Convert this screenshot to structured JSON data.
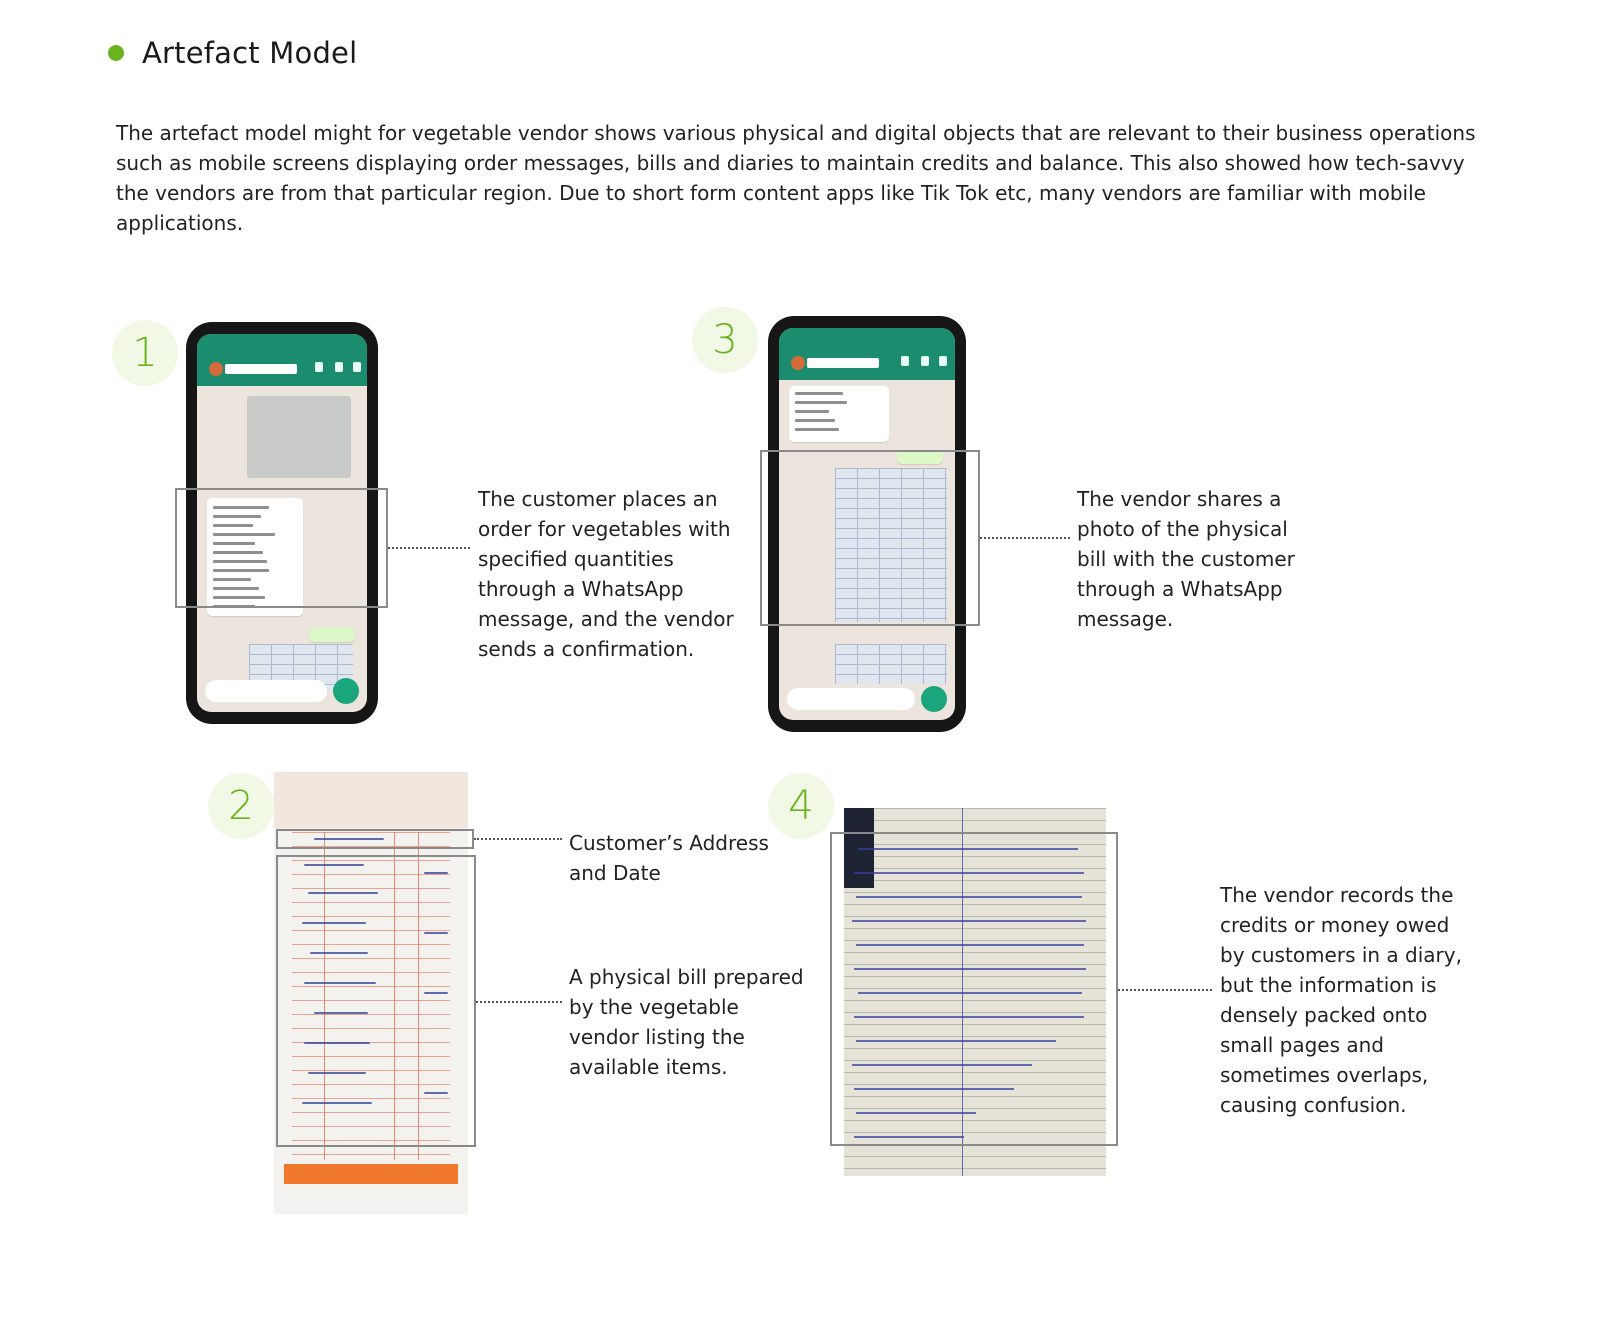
{
  "header": {
    "title": "Artefact Model",
    "accent": "#6ab21e"
  },
  "intro": "The artefact model might for vegetable vendor shows various physical and digital objects that are relevant to their business operations such as mobile screens displaying order messages, bills and diaries to maintain credits and balance. This also showed how tech-savvy the vendors are from that particular region. Due to short form content apps like Tik Tok etc, many vendors are familiar with mobile applications.",
  "items": [
    {
      "number": "1",
      "caption": "The customer places an order for vegetables with specified quantities through a WhatsApp message, and the vendor sends a confirmation."
    },
    {
      "number": "2",
      "captions": [
        "Customer’s Address and Date",
        "A physical bill prepared by the vegetable vendor listing the available items."
      ]
    },
    {
      "number": "3",
      "caption": "The vendor shares a photo of the physical bill with the customer through a WhatsApp message."
    },
    {
      "number": "4",
      "caption": "The vendor records the credits or money owed by customers in a diary, but the information is densely packed onto small pages and sometimes overlaps, causing confusion."
    }
  ]
}
